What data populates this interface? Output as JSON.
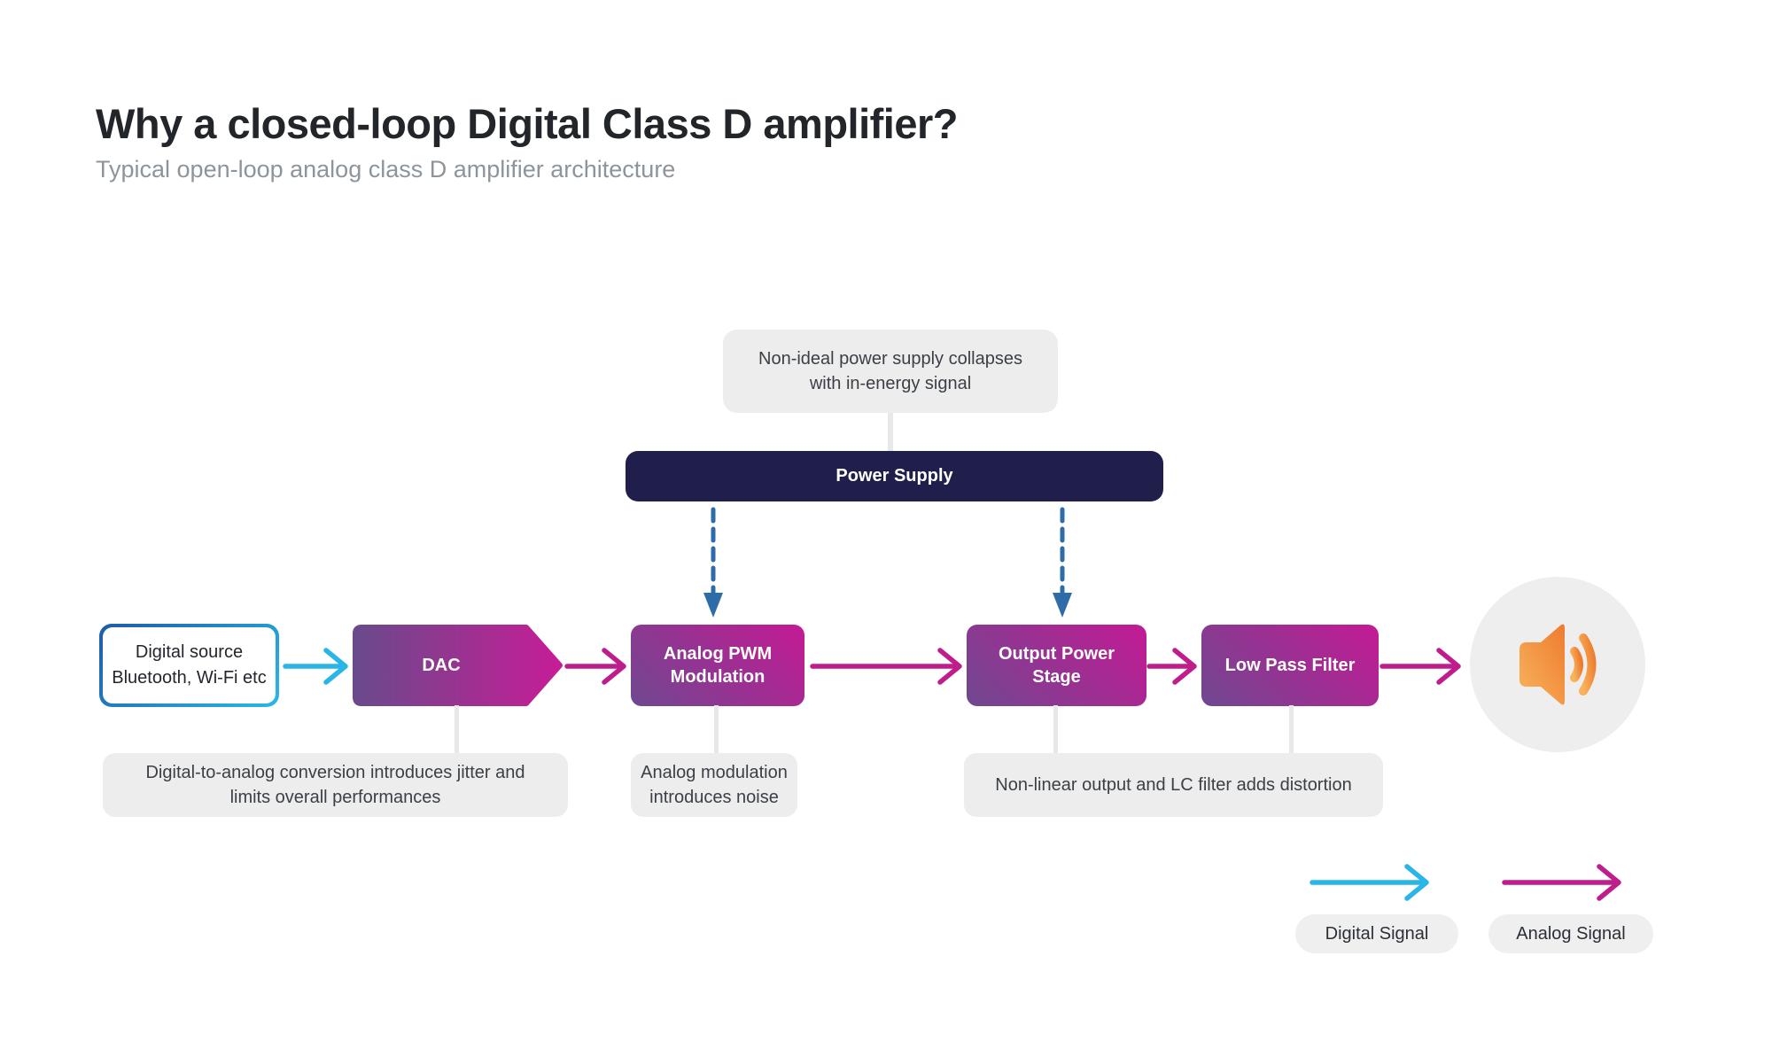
{
  "header": {
    "title": "Why a closed-loop Digital Class D amplifier?",
    "subtitle": "Typical open-loop analog class D amplifier architecture"
  },
  "diagram": {
    "power_supply_callout": "Non-ideal power supply collapses with in-energy signal",
    "power_supply": "Power Supply",
    "source_line1": "Digital source",
    "source_line2": "Bluetooth, Wi-Fi etc",
    "dac": "DAC",
    "pwm": "Analog PWM Modulation",
    "output": "Output Power Stage",
    "lpf": "Low Pass Filter",
    "dac_callout": "Digital-to-analog conversion introduces jitter and limits overall performances",
    "pwm_callout": "Analog modulation introduces noise",
    "output_callout": "Non-linear output and LC filter adds distortion"
  },
  "legend": {
    "digital": "Digital Signal",
    "analog": "Analog Signal"
  },
  "colors": {
    "digital": "#29b5e6",
    "analog": "#c01d8c",
    "dashed": "#2e6ca8",
    "navy": "#201f4b",
    "node_start": "#6f4890",
    "node_end": "#c41a94",
    "callout_bg": "#ededee",
    "circle_bg": "#eeeeef",
    "title_color": "#222529",
    "subtitle_color": "#8d959c"
  }
}
